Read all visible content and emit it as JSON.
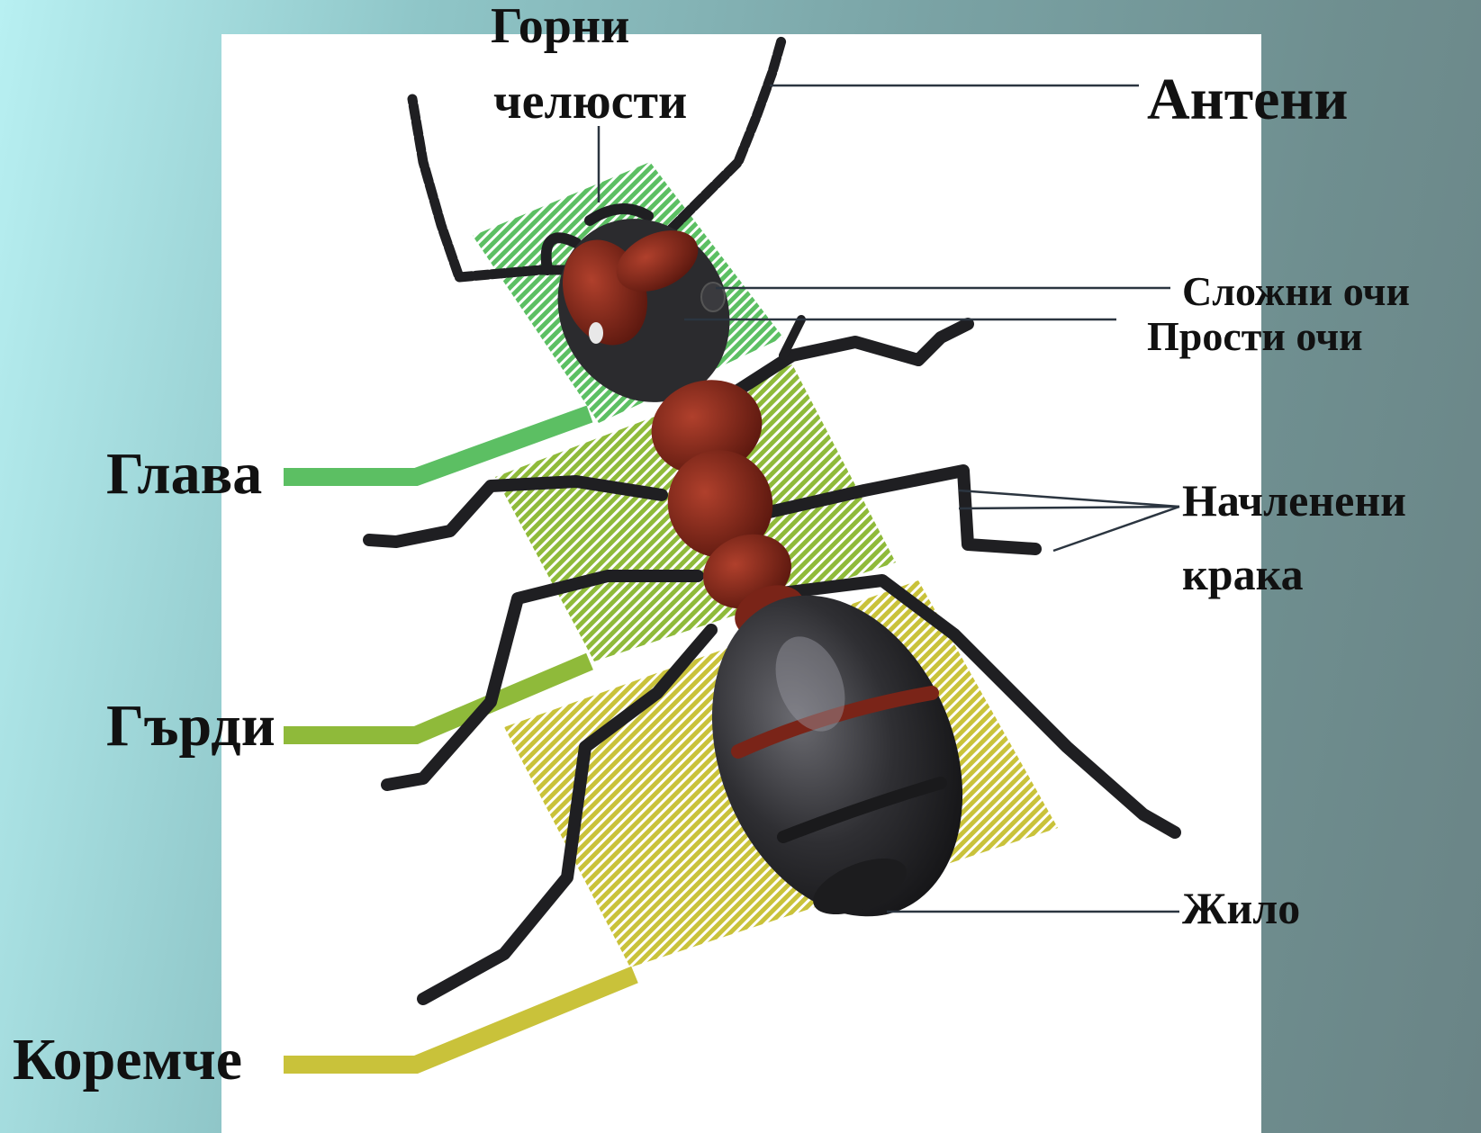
{
  "labels": {
    "mandibles_line1": "Горни",
    "mandibles_line2": "челюсти",
    "antennae": "Антени",
    "compound_eyes": "Сложни очи",
    "simple_eyes": "Прости очи",
    "head": "Глава",
    "jointed_legs_line1": "Начленени",
    "jointed_legs_line2": "крака",
    "thorax": "Гърди",
    "sting": "Жило",
    "abdomen": "Коремче"
  },
  "colors": {
    "head_region": "#5cbf63",
    "thorax_region": "#8fba3a",
    "abdomen_region": "#c9c23a",
    "ant_body": "#2b2b2e",
    "ant_thorax": "#7a2418"
  }
}
